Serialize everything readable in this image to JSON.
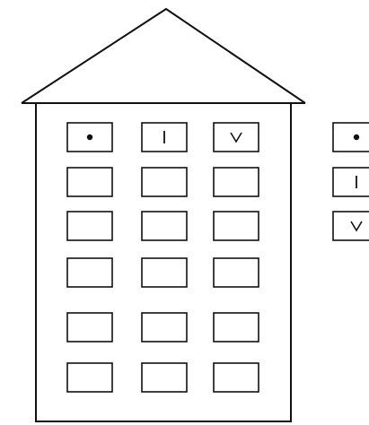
{
  "diagram": {
    "building": {
      "roof": "triangle",
      "columns": 3,
      "rows": 6,
      "first_row_symbols": [
        {
          "icon": "dot-symbol-icon",
          "symbol": "•"
        },
        {
          "icon": "vertical-bar-symbol-icon",
          "symbol": "|"
        },
        {
          "icon": "v-symbol-icon",
          "symbol": "v"
        }
      ]
    },
    "legend": {
      "items": [
        {
          "icon": "dot-symbol-icon",
          "symbol": "•"
        },
        {
          "icon": "vertical-bar-symbol-icon",
          "symbol": "|"
        },
        {
          "icon": "v-symbol-icon",
          "symbol": "v"
        }
      ]
    }
  }
}
